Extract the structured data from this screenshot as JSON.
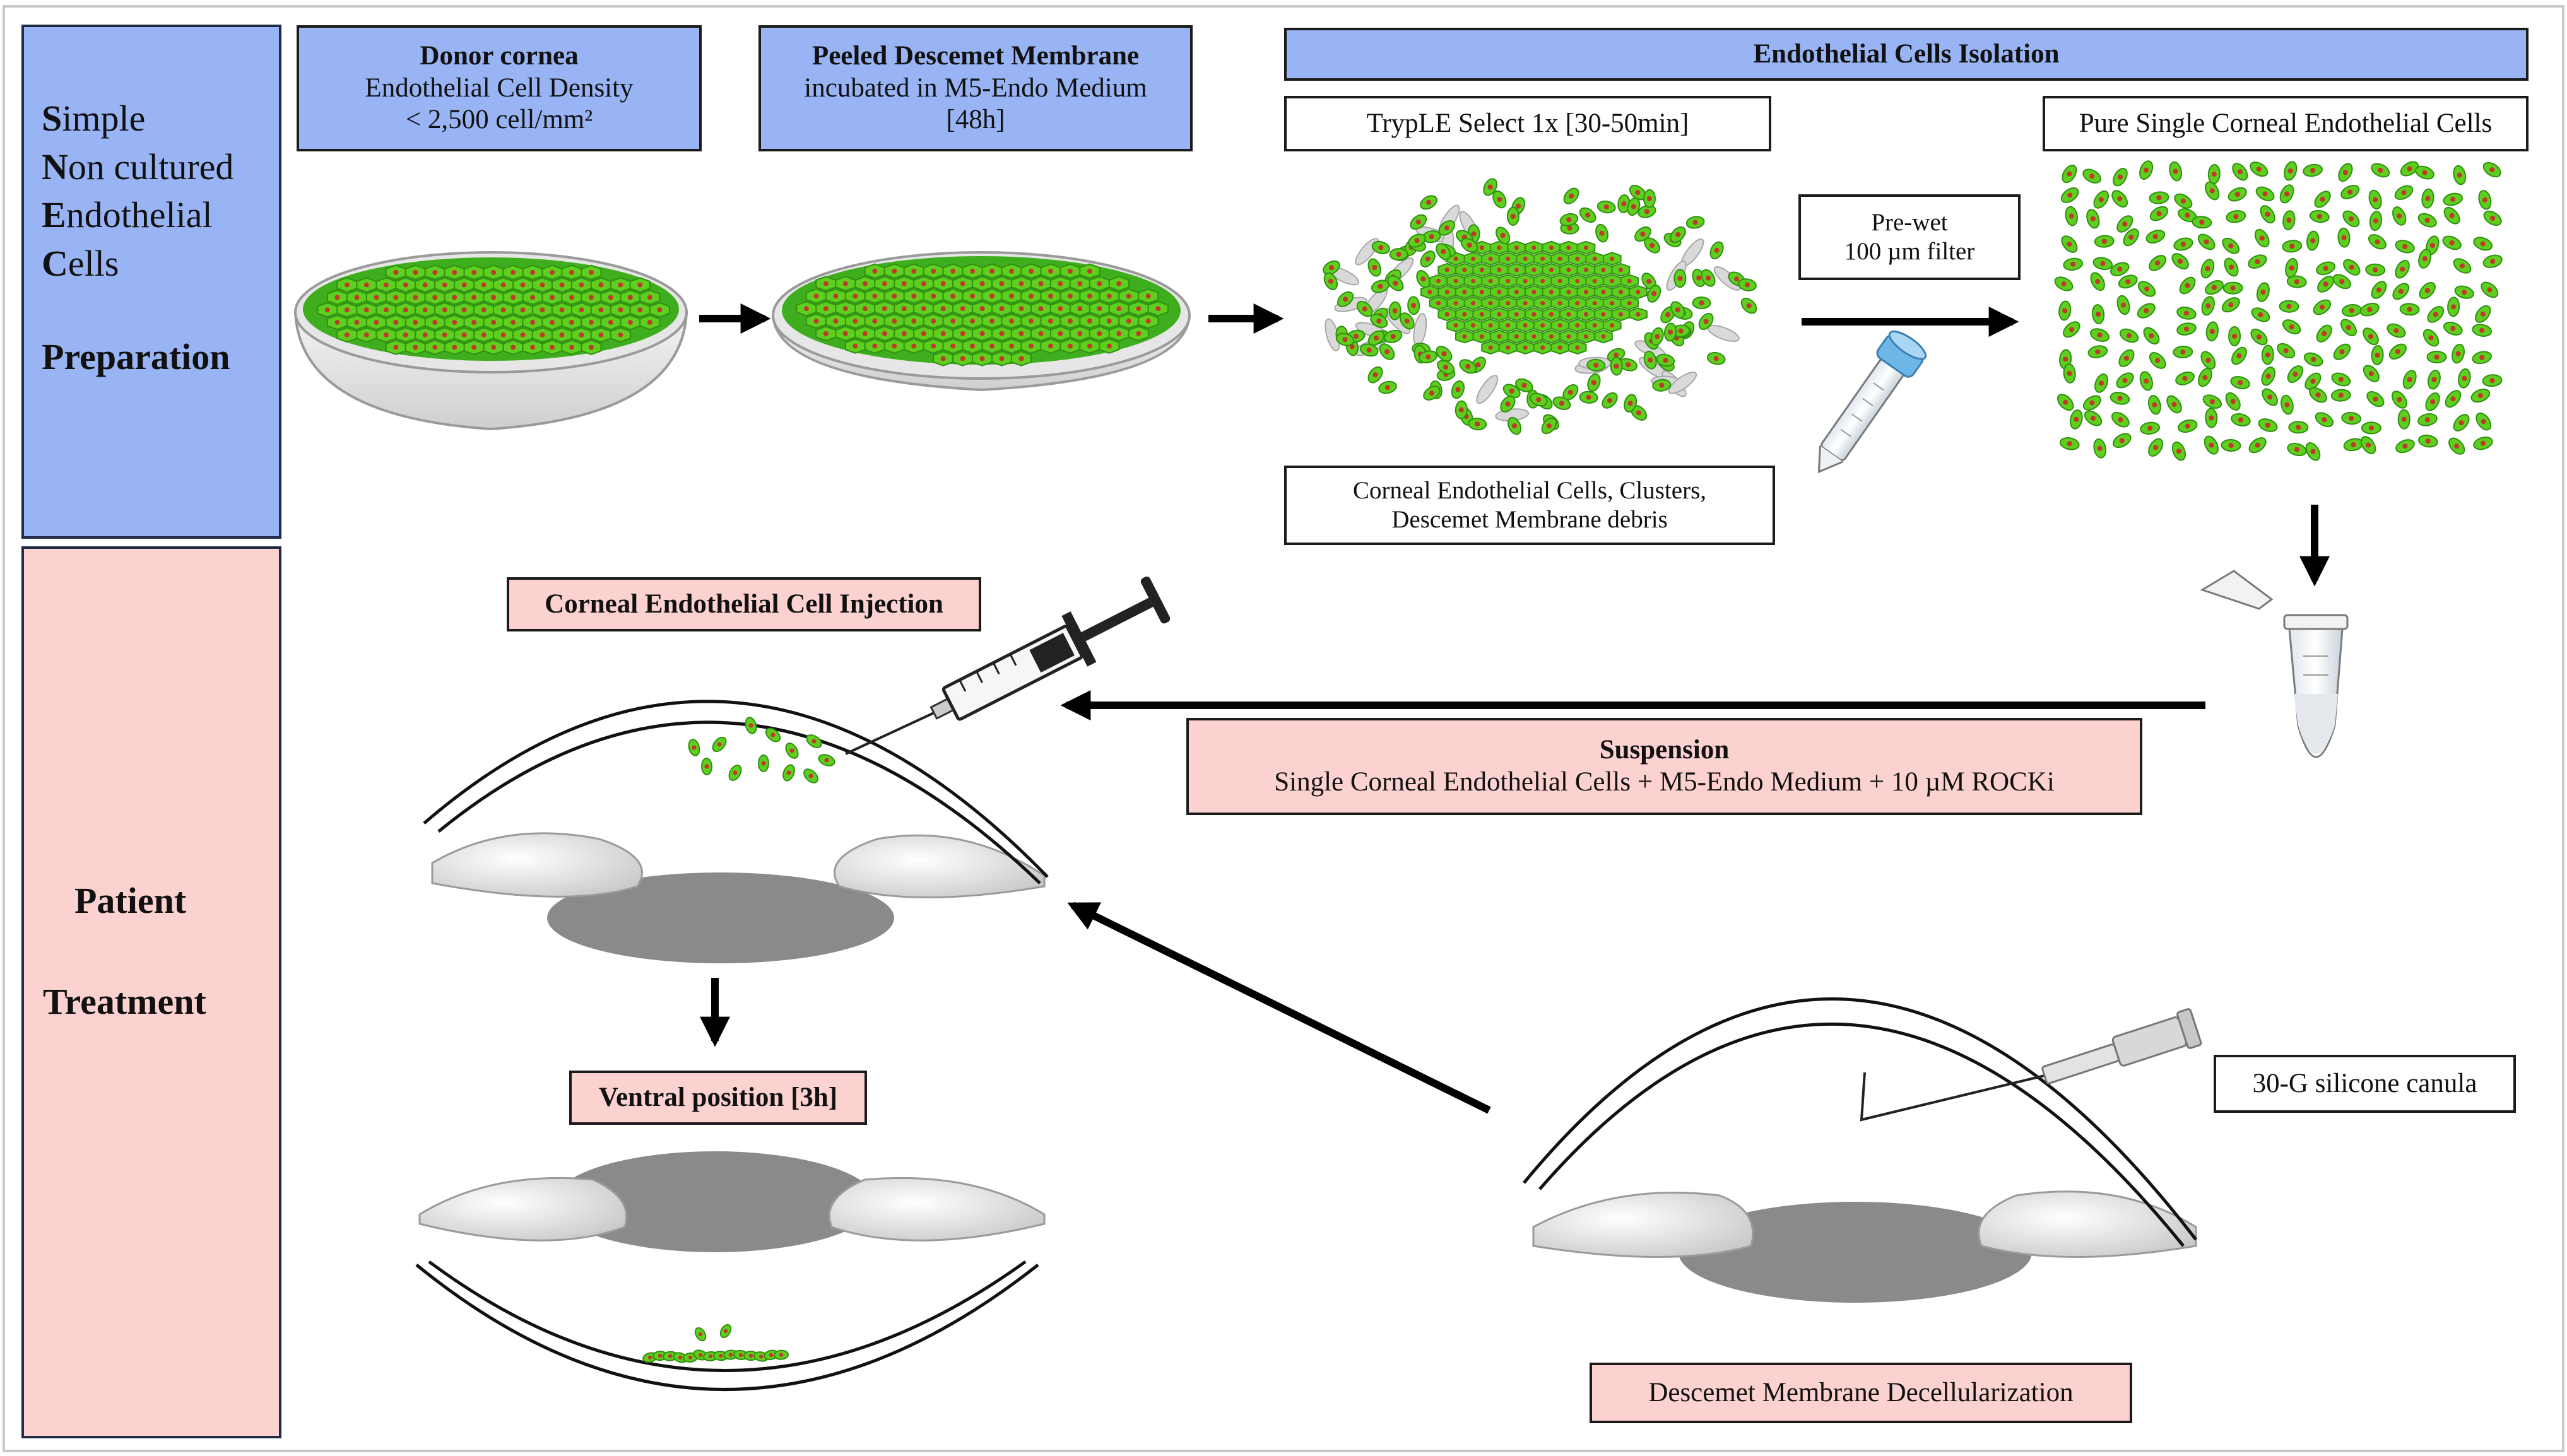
{
  "sidebar": {
    "prep_lines": [
      {
        "first": "S",
        "rest": "imple"
      },
      {
        "first": "N",
        "rest": "on cultured"
      },
      {
        "first": "E",
        "rest": "ndothelial"
      },
      {
        "first": "C",
        "rest": "ells"
      }
    ],
    "prep_heading": "Preparation",
    "patient_line1": "Patient",
    "patient_line2": "Treatment"
  },
  "boxes": {
    "donor_title": "Donor cornea",
    "donor_line2": "Endothelial Cell Density",
    "donor_line3": "< 2,500 cell/mm²",
    "peeled_title": "Peeled Descemet Membrane",
    "peeled_line2": "incubated in M5-Endo Medium",
    "peeled_line3": "[48h]",
    "isolation_title": "Endothelial Cells Isolation",
    "tryple": "TrypLE Select 1x [30-50min]",
    "pure": "Pure Single Corneal Endothelial Cells",
    "prewet_line1": "Pre-wet",
    "prewet_line2": "100 µm filter",
    "debris_line1": "Corneal Endothelial Cells, Clusters,",
    "debris_line2": "Descemet Membrane debris",
    "injection": "Corneal Endothelial Cell Injection",
    "suspension_title": "Suspension",
    "suspension_line2": "Single Corneal Endothelial Cells + M5-Endo Medium + 10 µM ROCKi",
    "ventral": "Ventral position [3h]",
    "canula": "30-G silicone canula",
    "decell": "Descemet Membrane Decellularization"
  },
  "colors": {
    "prep_blue": "#99b4f4",
    "patient_pink": "#fbd2cf",
    "cell_green": "#5fcf1f",
    "nucleus_red": "#c0392b",
    "lens_grey": "#8a8a8a"
  }
}
